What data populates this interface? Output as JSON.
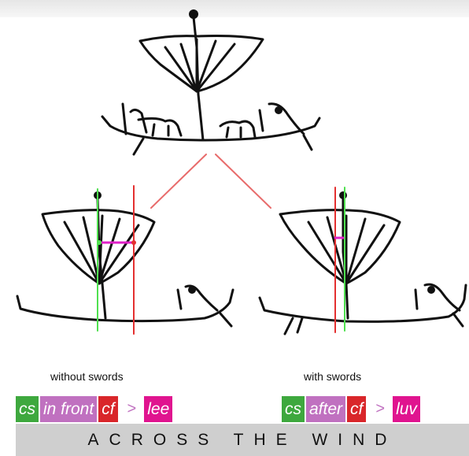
{
  "captions": {
    "left": "without swords",
    "right": "with swords"
  },
  "formula_left": {
    "cs": "cs",
    "relation": "in front",
    "cf": "cf",
    "arrow": ">",
    "result": "lee"
  },
  "formula_right": {
    "cs": "cs",
    "relation": "after",
    "cf": "cf",
    "arrow": ">",
    "result": "luv"
  },
  "footer": {
    "label": "ACROSS THE WIND"
  },
  "colors": {
    "cs_green": "#3ea83e",
    "relation_purple": "#c071c0",
    "cf_red": "#d9262a",
    "result_magenta": "#e0148f",
    "footer_gray": "#cfcfcf"
  }
}
